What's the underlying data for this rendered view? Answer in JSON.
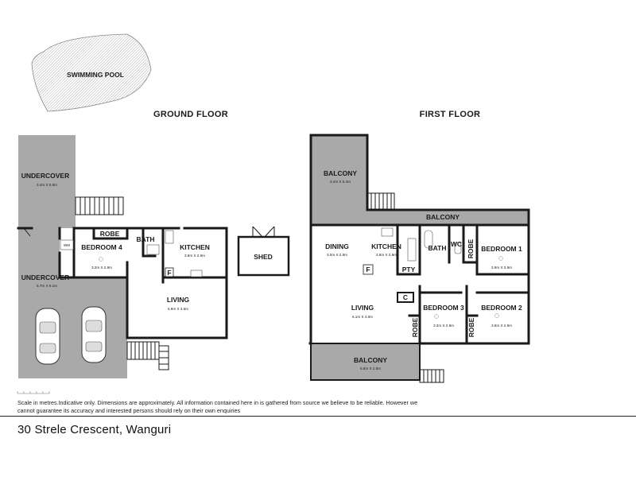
{
  "headings": {
    "ground_floor": "GROUND FLOOR",
    "first_floor": "FIRST FLOOR"
  },
  "ground": {
    "pool": "SWIMMING POOL",
    "undercover_top": {
      "name": "UNDERCOVER",
      "dims": "3.4m X 5.6m"
    },
    "undercover_main": {
      "name": "UNDERCOVER",
      "dims": "6.7m X 9.1m"
    },
    "wm": "WM",
    "robe": "ROBE",
    "bedroom4": {
      "name": "BEDROOM 4",
      "dims": "3.2m X 2.9m"
    },
    "bath": "BATH",
    "kitchen": {
      "name": "KITCHEN",
      "dims": "3.6m X 2.9m"
    },
    "fridge": "F",
    "living": {
      "name": "LIVING",
      "dims": "5.9m X 3.5m"
    },
    "shed": "SHED"
  },
  "first": {
    "balcony_top": {
      "name": "BALCONY",
      "dims": "3.4m X 5.4m"
    },
    "balcony_strip": "BALCONY",
    "dining": {
      "name": "DINING",
      "dims": "3.0m X 2.9m"
    },
    "kitchen": {
      "name": "KITCHEN",
      "dims": "3.6m X 2.9m"
    },
    "fridge": "F",
    "pantry": "PTY",
    "bath": "BATH",
    "wc": "WC",
    "robe1": "ROBE",
    "bedroom1": {
      "name": "BEDROOM 1",
      "dims": "3.9m X 3.9m"
    },
    "cupboard": "C",
    "living": {
      "name": "LIVING",
      "dims": "6.1m X 4.0m"
    },
    "robe3": "ROBE",
    "bedroom3": {
      "name": "BEDROOM 3",
      "dims": "3.2m X 2.9m"
    },
    "robe2": "ROBE",
    "bedroom2": {
      "name": "BEDROOM 2",
      "dims": "3.6m X 2.9m"
    },
    "balcony_bottom": {
      "name": "BALCONY",
      "dims": "6.6m X 2.5m"
    }
  },
  "footer": {
    "disclaimer": "Scale in metres.Indicative only. Dimensions are approximately. All information contained here in is gathered from source we believe to be reliable. However we cannot guarantee its accuracy and interested persons should rely on their own enquiries",
    "address": "30 Strele Crescent, Wanguri"
  }
}
